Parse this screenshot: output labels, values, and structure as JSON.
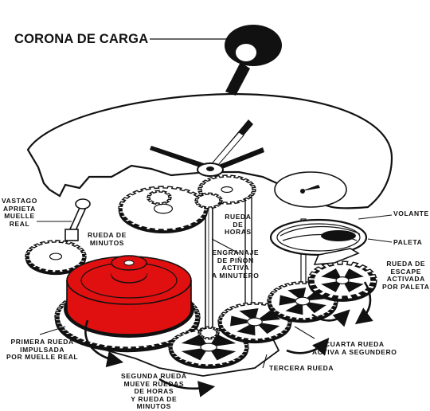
{
  "title": "CORONA DE CARGA",
  "labels": {
    "vastago": "VASTAGO\nAPRIETA\nMUELLE\nREAL",
    "rueda_minutos": "RUEDA DE\nMINUTOS",
    "rueda_horas": "RUEDA\nDE\nHORAS",
    "engranaje": "ENGRANAJE\nDE PIÑON\nACTIVA\nA MINUTERO",
    "volante": "VOLANTE",
    "paleta": "PALETA",
    "rueda_escape": "RUEDA DE\nESCAPE\nACTIVADA\nPOR PALETA",
    "primera_rueda": "PRIMERA RUEDA\nIMPULSADA\nPOR MUELLE REAL",
    "cuarta_rueda": "CUARTA RUEDA\nACTIVA A SEGUNDERO",
    "tercera_rueda": "TERCERA RUEDA",
    "segunda_rueda": "SEGUNDA RUEDA\nMUEVE RUEDAS\nDE HORAS\nY RUEDA DE\nMINUTOS"
  },
  "colors": {
    "ink": "#111111",
    "highlight": "#e01010",
    "paper": "#ffffff"
  },
  "highlighted_part": "primera_rueda"
}
